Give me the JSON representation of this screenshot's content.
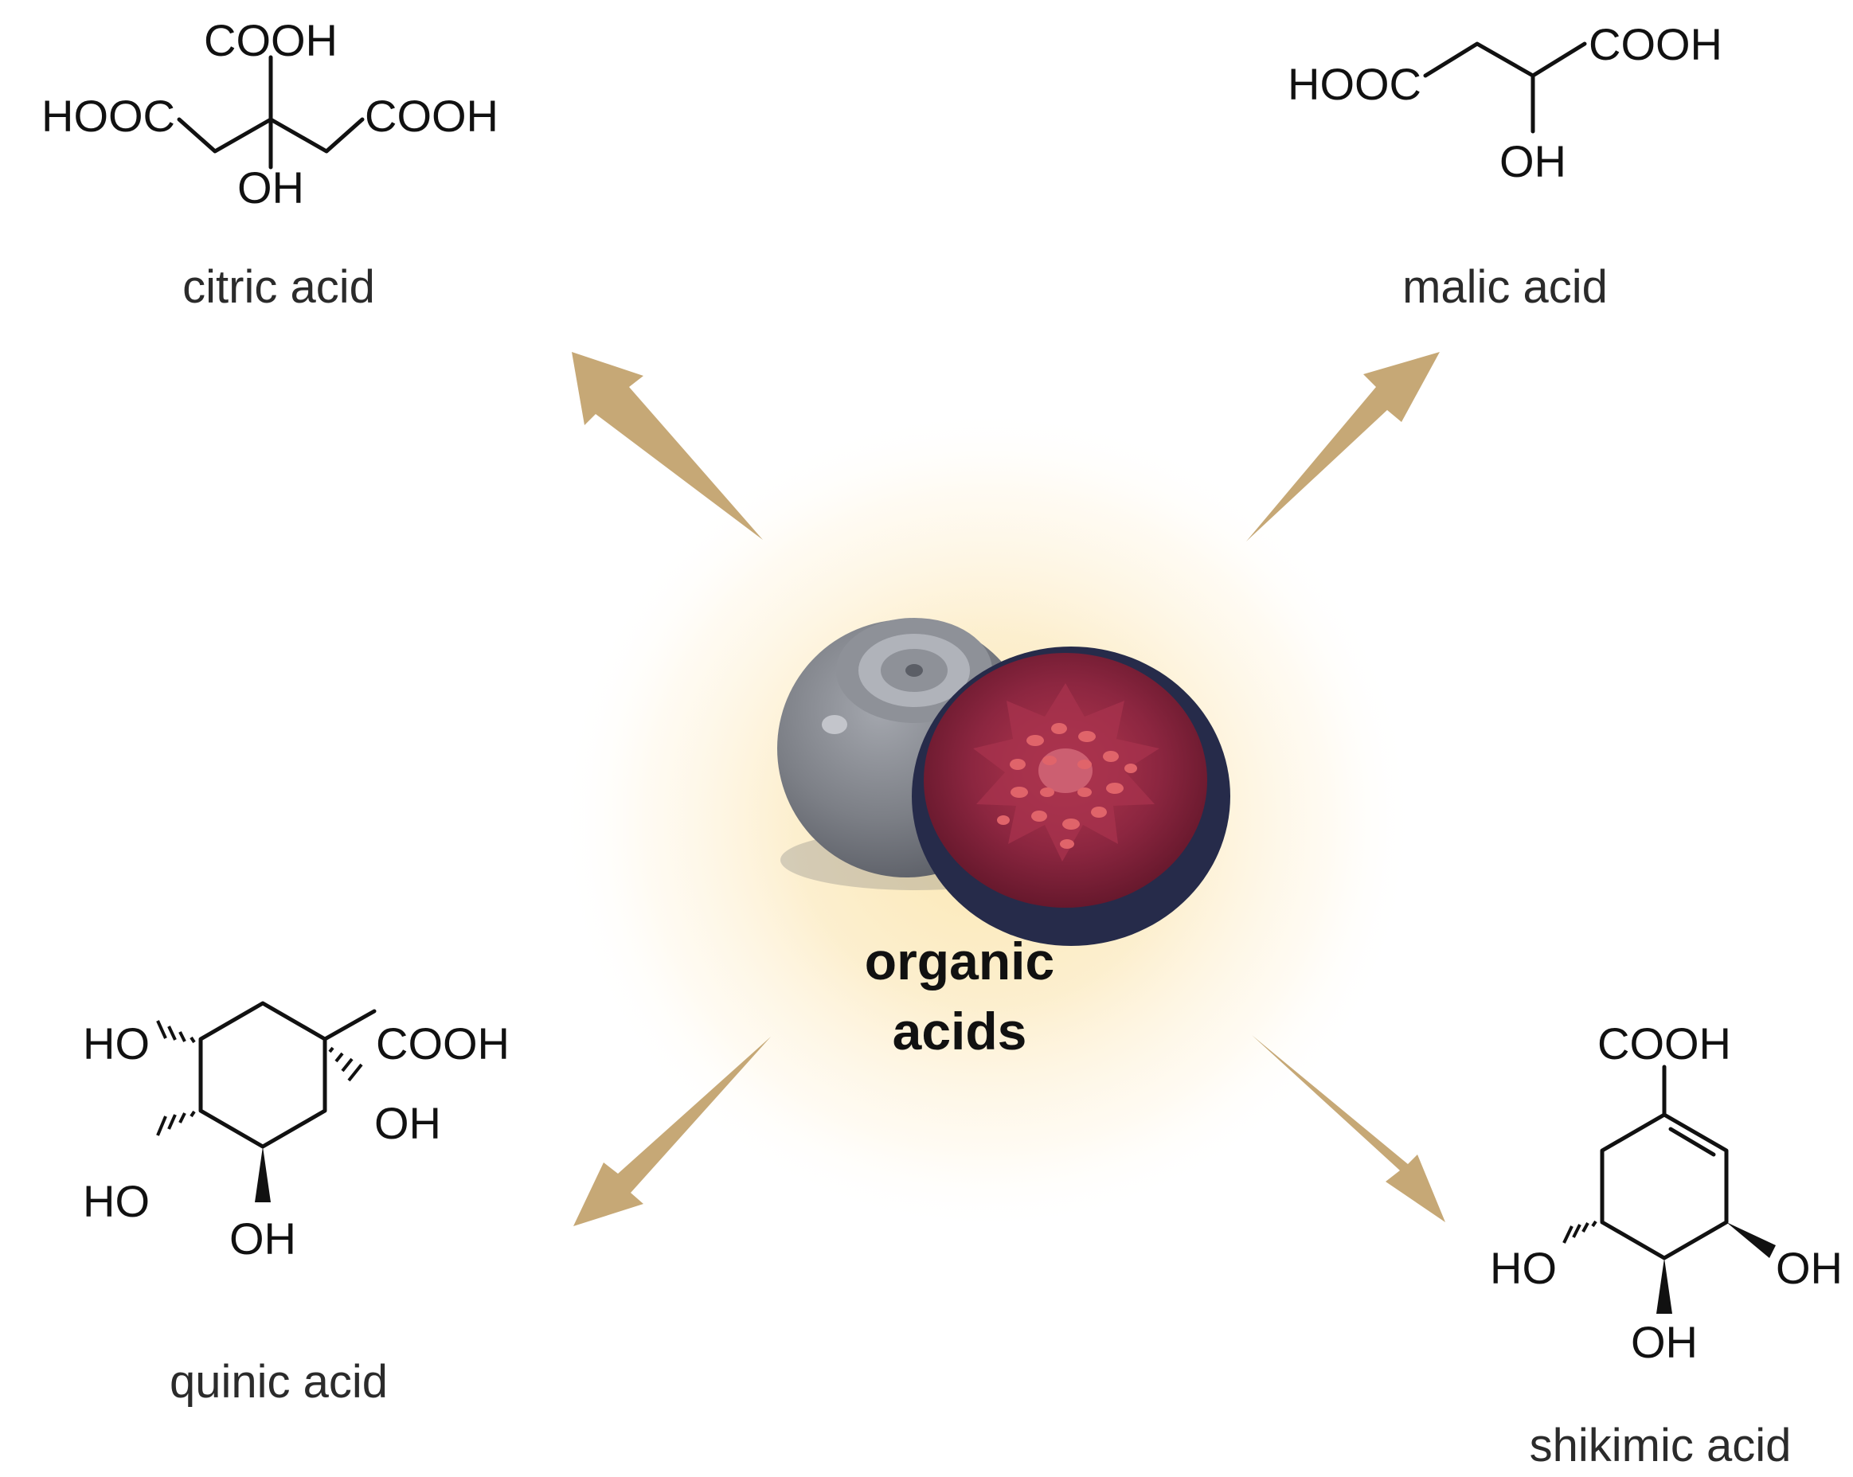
{
  "center": {
    "label_line1": "organic",
    "label_line2": "acids",
    "icon": "fig-fruit-icon"
  },
  "colors": {
    "arrow": "#c6a876",
    "glow": "#f7dfa0",
    "fig_skin": "#7c7f86",
    "fig_cut_skin": "#262b4a",
    "fig_flesh": "#7b1f35",
    "fig_seeds": "#d9565a"
  },
  "compounds": {
    "citric": {
      "name": "citric acid",
      "top": "COOH",
      "left": "HOOC",
      "right": "COOH",
      "bottom": "OH"
    },
    "malic": {
      "name": "malic acid",
      "left": "HOOC",
      "right": "COOH",
      "bottom": "OH"
    },
    "quinic": {
      "name": "quinic acid",
      "cooh": "COOH",
      "oh_right": "OH",
      "ho_top": "HO",
      "ho_mid": "HO",
      "oh_bottom": "OH"
    },
    "shikimic": {
      "name": "shikimic acid",
      "cooh": "COOH",
      "ho_left": "HO",
      "oh_right": "OH",
      "oh_bottom": "OH"
    }
  }
}
